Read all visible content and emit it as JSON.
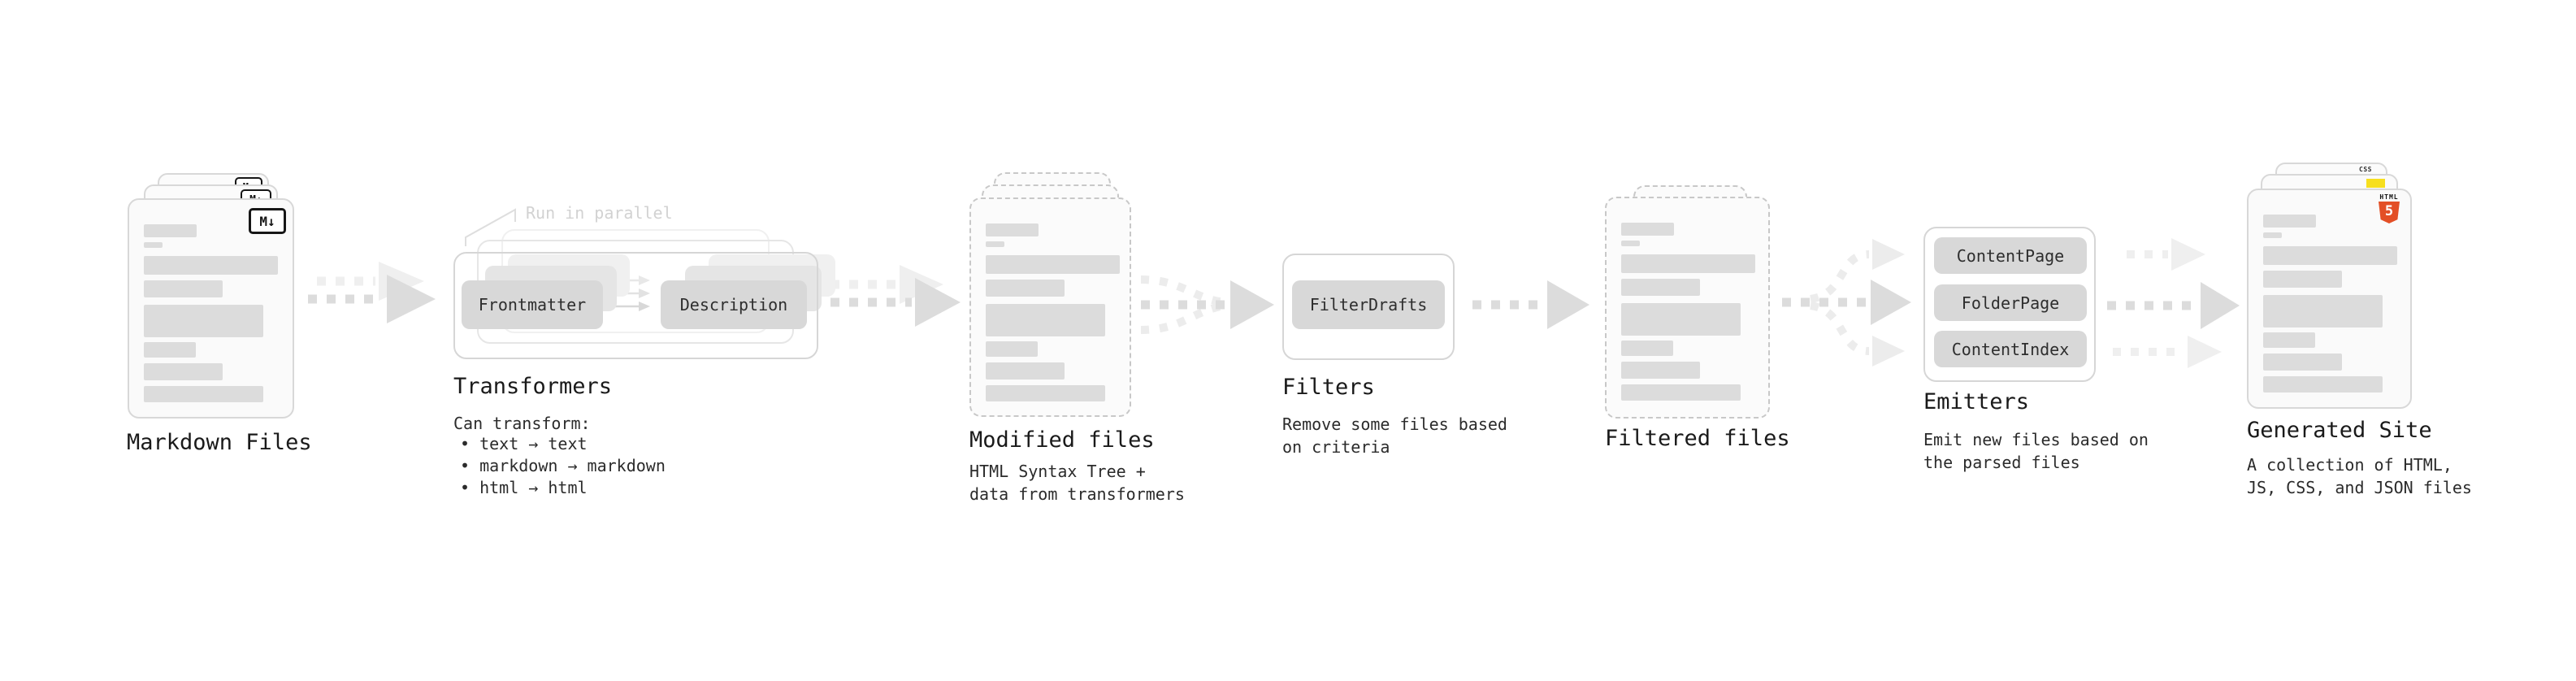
{
  "stages": {
    "markdown_files": {
      "title": "Markdown Files",
      "badge": "M↓"
    },
    "transformers": {
      "title": "Transformers",
      "callout": "Run in parallel",
      "pills": [
        "Frontmatter",
        "Description"
      ],
      "desc_heading": "Can transform:",
      "bullet_prefix": "•",
      "bullets": [
        "text → text",
        "markdown → markdown",
        "html → html"
      ]
    },
    "modified_files": {
      "title": "Modified files",
      "subtitle": "HTML Syntax Tree +\ndata from transformers"
    },
    "filters": {
      "title": "Filters",
      "pills": [
        "FilterDrafts"
      ],
      "subtitle": "Remove some files based\non criteria"
    },
    "filtered_files": {
      "title": "Filtered files"
    },
    "emitters": {
      "title": "Emitters",
      "pills": [
        "ContentPage",
        "FolderPage",
        "ContentIndex"
      ],
      "subtitle": "Emit new files based on\nthe parsed files"
    },
    "generated_site": {
      "title": "Generated Site",
      "subtitle": "A collection of HTML,\nJS, CSS, and JSON files",
      "css_label": "CSS",
      "html_label": "HTML",
      "html_number": "5"
    }
  },
  "colors": {
    "html5_orange": "#e34f26",
    "js_yellow": "#f7df1e",
    "css_blue": "#2965f1",
    "arrow_dark": "#dcdcdc",
    "arrow_light": "#efefef"
  }
}
